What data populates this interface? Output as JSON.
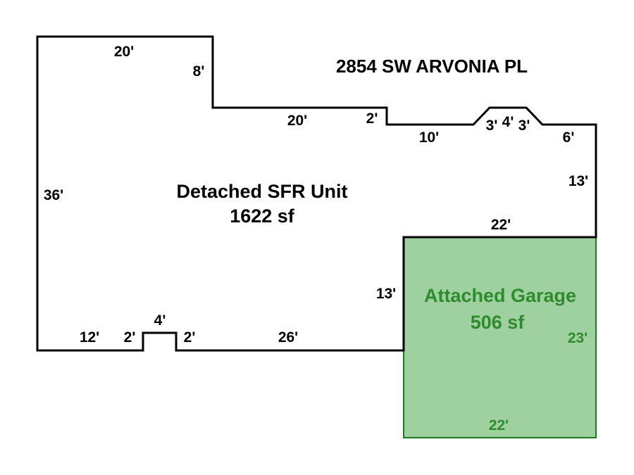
{
  "address": "2854 SW ARVONIA PL",
  "house": {
    "name": "Detached SFR Unit",
    "area": "1622 sf",
    "line_color": "#000000",
    "fill_color": "#ffffff"
  },
  "garage": {
    "name": "Attached Garage",
    "area": "506 sf",
    "line_color": "#1e7a1e",
    "fill_color": "#9fd09f",
    "text_color": "#2e8b2e"
  },
  "house_dimensions": {
    "top_left": "20'",
    "step_down": "8'",
    "upper_middle": "20'",
    "small_step": "2'",
    "middle": "10'",
    "bay_left": "3'",
    "bay_top": "4'",
    "bay_right": "3'",
    "top_right": "6'",
    "right_side": "13'",
    "left_side": "36'",
    "bottom_left": "12'",
    "notch_left": "2'",
    "notch_top": "4'",
    "notch_right": "2'",
    "bottom_middle": "26'",
    "garage_top": "22'",
    "garage_left": "13'"
  },
  "garage_dimensions": {
    "right_side": "23'",
    "bottom": "22'"
  }
}
